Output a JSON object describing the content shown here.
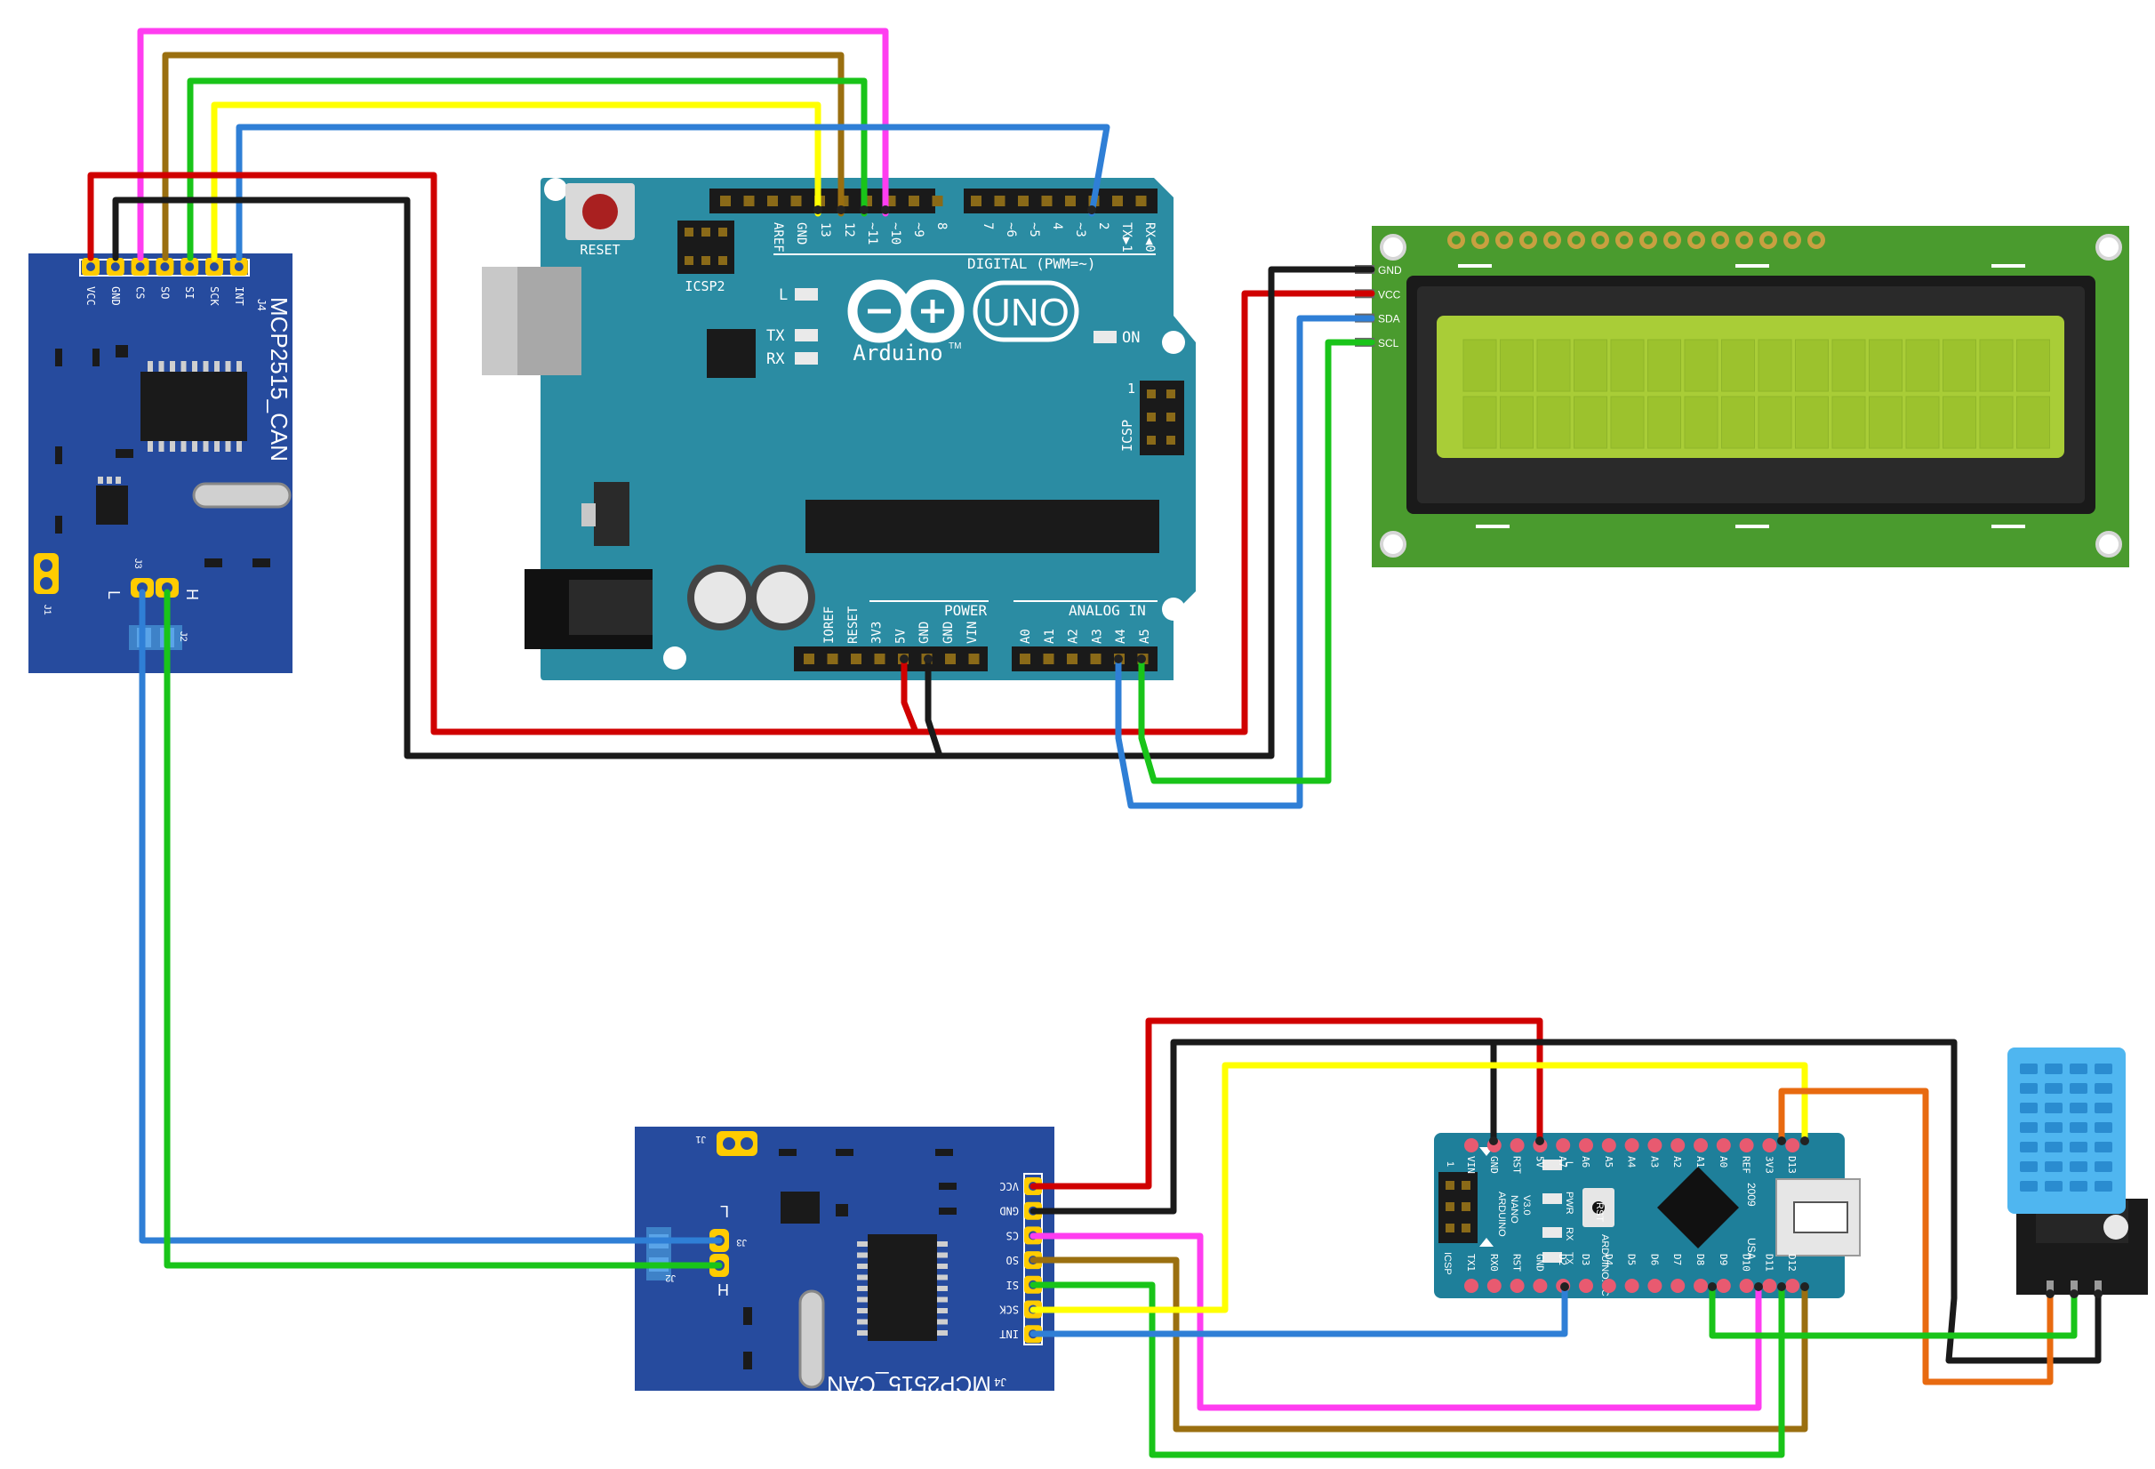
{
  "colors": {
    "uno_board": "#2b8ca3",
    "mcp_board": "#264b9e",
    "nano_board": "#1e7f9a",
    "lcd_board": "#4a9b2e",
    "lcd_screen": "#a9cd37",
    "dht_body": "#4fb6f0",
    "wire_red": "#d00000",
    "wire_black": "#1a1a1a",
    "wire_pink": "#ff3df0",
    "wire_brown": "#9a6f10",
    "wire_green": "#19c419",
    "wire_yellow": "#ffff00",
    "wire_blue": "#2f7fd6",
    "wire_orange": "#e86a10"
  },
  "uno": {
    "reset_label": "RESET",
    "icsp2_label": "ICSP2",
    "icsp_label": "ICSP",
    "icsp_pin1": "1",
    "brand_word": "UNO",
    "brand_tm": "TM",
    "brand_name": "Arduino",
    "led_l": "L",
    "led_tx": "TX",
    "led_rx": "RX",
    "led_on": "ON",
    "digital_header": "DIGITAL (PWM=~)",
    "power_header": "POWER",
    "analog_header": "ANALOG IN",
    "digital_pins": [
      "AREF",
      "GND",
      "13",
      "12",
      "~11",
      "~10",
      "~9",
      "8",
      "7",
      "~6",
      "~5",
      "4",
      "~3",
      "2",
      "TX▶1",
      "RX◀0"
    ],
    "power_pins": [
      "IOREF",
      "RESET",
      "3V3",
      "5V",
      "GND",
      "GND",
      "VIN"
    ],
    "analog_pins": [
      "A0",
      "A1",
      "A2",
      "A3",
      "A4",
      "A5"
    ]
  },
  "mcp_top": {
    "board_label": "MCP2515_CAN",
    "header_pins": [
      "VCC",
      "GND",
      "CS",
      "SO",
      "SI",
      "SCK",
      "INT"
    ],
    "header_ref": "J4",
    "can_low": "L",
    "can_high": "H",
    "ref_j1": "J1",
    "ref_j2": "J2",
    "ref_j3": "J3"
  },
  "mcp_bottom": {
    "board_label": "MCP2515_CAN",
    "header_pins": [
      "VCC",
      "GND",
      "CS",
      "SO",
      "SI",
      "SCK",
      "INT"
    ],
    "header_ref": "J4",
    "can_low": "L",
    "can_high": "H",
    "ref_j1": "J1",
    "ref_j2": "J2",
    "ref_j3": "J3"
  },
  "lcd": {
    "pins": [
      "GND",
      "VCC",
      "SDA",
      "SCL"
    ]
  },
  "nano": {
    "top_pins": [
      "VIN",
      "GND",
      "RST",
      "5V",
      "A7",
      "A6",
      "A5",
      "A4",
      "A3",
      "A2",
      "A1",
      "A0",
      "REF",
      "3V3",
      "D13"
    ],
    "bottom_pins": [
      "TX1",
      "RX0",
      "RST",
      "GND",
      "D2",
      "D3",
      "D4",
      "D5",
      "D6",
      "D7",
      "D8",
      "D9",
      "D10",
      "D11",
      "D12"
    ],
    "name_line1": "ARDUINO",
    "name_line2": "NANO",
    "name_line3": "V3.0",
    "site": "ARDUINO.CC",
    "rst_button": "RST",
    "icsp_label": "ICSP",
    "icsp_pin1": "1",
    "led_l": "L",
    "led_pwr": "PWR",
    "led_rx": "RX",
    "led_tx": "TX",
    "year": "2009",
    "country": "USA"
  }
}
